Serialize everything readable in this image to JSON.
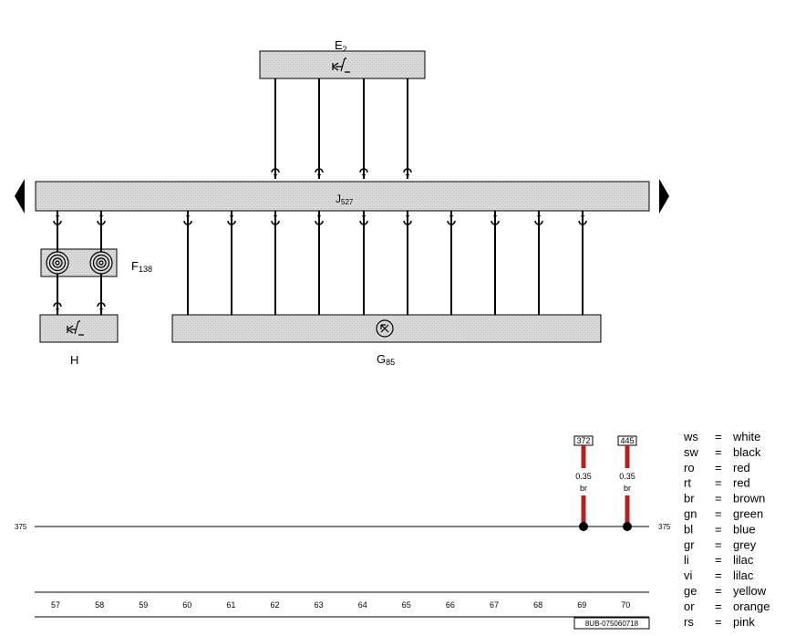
{
  "components": {
    "e2": {
      "name": "E",
      "sub": "2"
    },
    "j527": {
      "name": "J",
      "sub": "527"
    },
    "f138": {
      "name": "F",
      "sub": "138"
    },
    "h": {
      "name": "H"
    },
    "g85": {
      "name": "G",
      "sub": "85"
    }
  },
  "wires": [
    {
      "ref": "372",
      "size": "0.35",
      "color_code": "br",
      "color": "#b22222"
    },
    {
      "ref": "445",
      "size": "0.35",
      "color_code": "br",
      "color": "#b22222"
    }
  ],
  "ground_line": {
    "left": "375",
    "right": "375"
  },
  "columns": [
    "57",
    "58",
    "59",
    "60",
    "61",
    "62",
    "63",
    "64",
    "65",
    "66",
    "67",
    "68",
    "69",
    "70"
  ],
  "document_code": "8UB-075060718",
  "legend": [
    {
      "code": "ws",
      "eq": "=",
      "name": "white"
    },
    {
      "code": "sw",
      "eq": "=",
      "name": "black"
    },
    {
      "code": "ro",
      "eq": "=",
      "name": "red"
    },
    {
      "code": "rt",
      "eq": "=",
      "name": "red"
    },
    {
      "code": "br",
      "eq": "=",
      "name": "brown"
    },
    {
      "code": "gn",
      "eq": "=",
      "name": "green"
    },
    {
      "code": "bl",
      "eq": "=",
      "name": "blue"
    },
    {
      "code": "gr",
      "eq": "=",
      "name": "grey"
    },
    {
      "code": "li",
      "eq": "=",
      "name": "lilac"
    },
    {
      "code": "vi",
      "eq": "=",
      "name": "lilac"
    },
    {
      "code": "ge",
      "eq": "=",
      "name": "yellow"
    },
    {
      "code": "or",
      "eq": "=",
      "name": "orange"
    },
    {
      "code": "rs",
      "eq": "=",
      "name": "pink"
    }
  ],
  "colors": {
    "box_fill": "#dcdcdc",
    "wire_red": "#b22222"
  }
}
